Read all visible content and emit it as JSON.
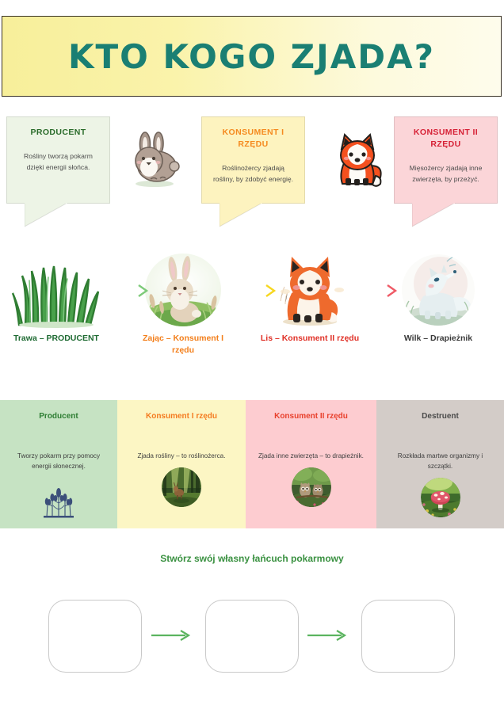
{
  "banner": {
    "title": "KTO KOGO ZJADA?",
    "accent_color": "#1a7f73",
    "background_start": "#f7ef9a",
    "background_end": "#fefcec"
  },
  "bubbles": [
    {
      "id": "producent",
      "title": "PRODUCENT",
      "body": "Rośliny tworzą pokarm dzięki energii słońca.",
      "background": "#edf4e6",
      "title_color": "#2a6b2a"
    },
    {
      "id": "konsument1",
      "title": "KONSUMENT I RZĘDU",
      "body": "Roślinożercy zjadają rośliny, by zdobyć energię.",
      "background": "#fdf3bf",
      "title_color": "#f58a1f"
    },
    {
      "id": "konsument2",
      "title": "KONSUMENT II RZĘDU",
      "body": "Mięsożercy zjadają inne zwierzęta, by przeżyć.",
      "background": "#fbd5d8",
      "title_color": "#d62136"
    }
  ],
  "cute_icons": [
    {
      "name": "rabbit-icon"
    },
    {
      "name": "fox-icon"
    }
  ],
  "chain": {
    "items": [
      {
        "id": "grass",
        "label": "Trawa – PRODUCENT",
        "icon": "grass-illustration",
        "label_color": "#1f6b33"
      },
      {
        "id": "rabbit",
        "label": "Zając – Konsument I rzędu",
        "icon": "rabbit-illustration",
        "label_color": "#f37f1b"
      },
      {
        "id": "fox",
        "label": "Lis – Konsument II rzędu",
        "icon": "fox-illustration",
        "label_color": "#e03127"
      },
      {
        "id": "wolf",
        "label": "Wilk – Drapieżnik",
        "icon": "wolf-illustration",
        "label_color": "#3a3a3a"
      }
    ],
    "arrows": [
      {
        "id": "arrow-grass-to-rabbit",
        "color": "#4caf50"
      },
      {
        "id": "arrow-rabbit-to-fox",
        "color": "#f2d61e"
      },
      {
        "id": "arrow-fox-to-wolf",
        "color": "#e8505b"
      }
    ]
  },
  "roles": [
    {
      "id": "producent",
      "title": "Producent",
      "description": "Tworzy pokarm przy pomocy energii słonecznej.",
      "art": "wheat-plants-icon",
      "background": "#c6e3c3",
      "title_color": "#2d7d32"
    },
    {
      "id": "konsument1",
      "title": "Konsument I rzędu",
      "description": "Zjada rośliny – to roślinożerca.",
      "art": "deer-forest-photo",
      "background": "#fcf6c4",
      "title_color": "#f47b20"
    },
    {
      "id": "konsument2",
      "title": "Konsument II rzędu",
      "description": "Zjada inne zwierzęta – to drapieżnik.",
      "art": "owls-photo",
      "background": "#fdccd0",
      "title_color": "#e8402c"
    },
    {
      "id": "destruent",
      "title": "Destruent",
      "description": "Rozkłada martwe organizmy i szczątki.",
      "art": "mushroom-photo",
      "background": "#d3ccc8",
      "title_color": "#4a4a4a"
    }
  ],
  "build": {
    "title": "Stwórz swój własny łańcuch pokarmowy",
    "title_color": "#3a9141",
    "boxes": [
      {
        "id": "slot-1",
        "value": ""
      },
      {
        "id": "slot-2",
        "value": ""
      },
      {
        "id": "slot-3",
        "value": ""
      }
    ],
    "arrow_color": "#4caf50"
  }
}
